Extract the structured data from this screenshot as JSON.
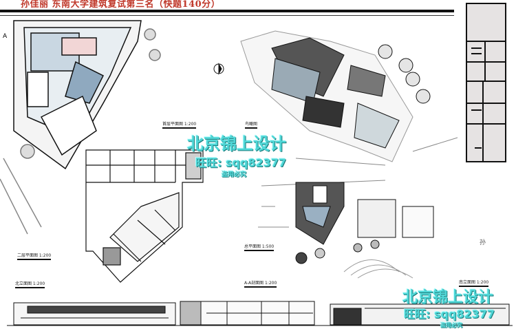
{
  "header": {
    "title": "孙佳丽  东南大学建筑复试第三名（快题140分）"
  },
  "drawings": {
    "ground_floor_plan": "首层平面图 1:200",
    "aerial_view": "鸟瞰图",
    "second_floor_plan": "二层平面图 1:200",
    "site_plan": "总平面图 1:500",
    "north_elevation": "北立面图 1:200",
    "section_aa": "A-A剖面图 1:200",
    "south_elevation": "南立面图 1:200"
  },
  "markers": {
    "section_mark": "A",
    "signature": "孙"
  },
  "watermark": {
    "brand": "北京锦上设计",
    "contact": "旺旺: sqq82377",
    "note": "盗用必究"
  },
  "colors": {
    "title": "#c0392b",
    "watermark": "#4fd6d6",
    "ink": "#111111"
  }
}
